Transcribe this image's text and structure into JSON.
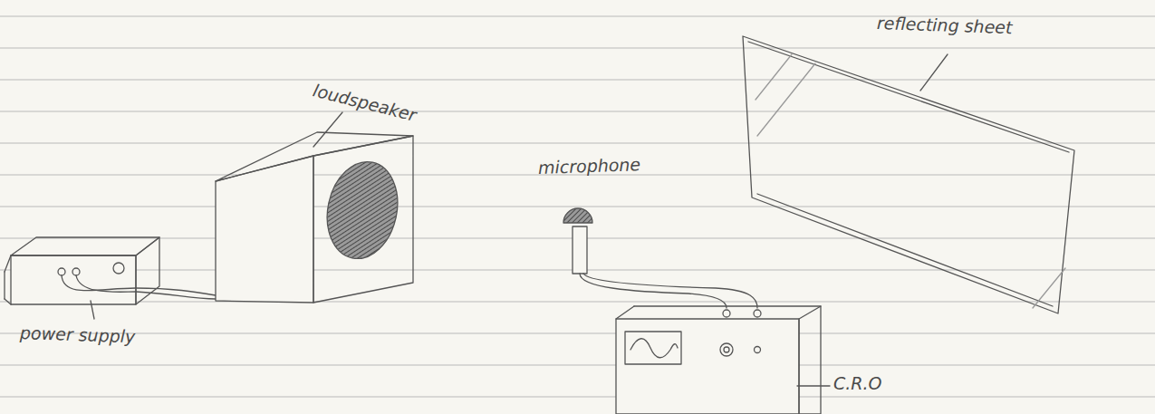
{
  "diagram": {
    "labels": [
      "loudspeaker",
      "reflecting sheet",
      "microphone",
      "power supply",
      "C.R.O"
    ]
  }
}
